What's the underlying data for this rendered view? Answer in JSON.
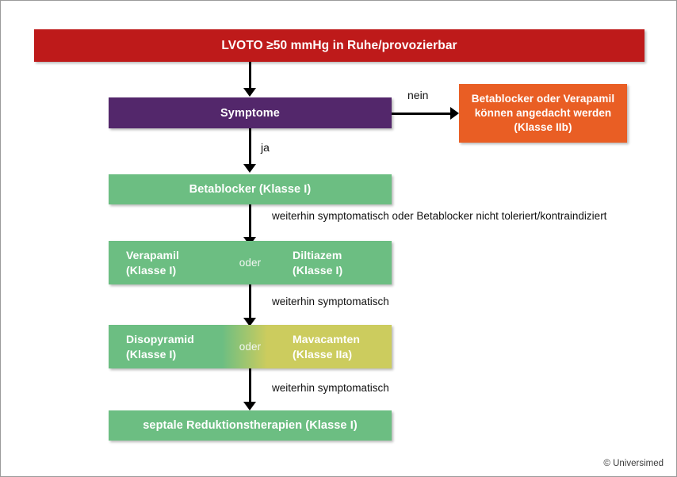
{
  "diagram": {
    "title_node": {
      "label": "LVOTO ≥50 mmHg in Ruhe/provozierbar",
      "color": "#be1a1a"
    },
    "decision_node": {
      "label": "Symptome",
      "color": "#53276b"
    },
    "branch_no": {
      "edge_label": "nein",
      "line1": "Betablocker oder Verapamil",
      "line2": "können angedacht werden",
      "line3": "(Klasse IIb)",
      "color": "#e95e24"
    },
    "branch_yes": {
      "edge_label": "ja"
    },
    "step_betablocker": {
      "label": "Betablocker (Klasse I)",
      "color": "#6cbe82"
    },
    "edge_after_betablocker": {
      "label": "weiterhin symptomatisch oder Betablocker nicht toleriert/kontraindiziert"
    },
    "step_calcium_antagonist": {
      "left_line1": "Verapamil",
      "left_line2": "(Klasse I)",
      "connector": "oder",
      "right_line1": "Diltiazem",
      "right_line2": "(Klasse I)",
      "color_left": "#6cbe82",
      "color_right": "#6cbe82"
    },
    "edge_after_calcium": {
      "label": "weiterhin symptomatisch"
    },
    "step_disopyramid": {
      "left_line1": "Disopyramid",
      "left_line2": "(Klasse I)",
      "connector": "oder",
      "right_line1": "Mavacamten",
      "right_line2": "(Klasse IIa)",
      "color_left": "#6cbe82",
      "color_right": "#cccc5e"
    },
    "edge_after_disopyramid": {
      "label": "weiterhin symptomatisch"
    },
    "step_septal": {
      "label": "septale Reduktionstherapien (Klasse I)",
      "color": "#6cbe82"
    },
    "credit": "© Universimed"
  }
}
